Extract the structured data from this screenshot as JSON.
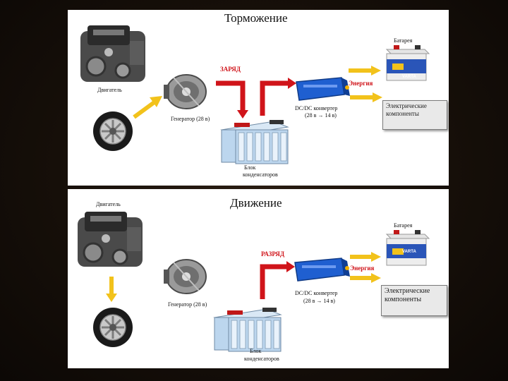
{
  "top": {
    "title": "Торможение",
    "engine_label": "Двигатель",
    "generator_label": "Генератор (28 в)",
    "charge_label": "ЗАРЯД",
    "converter_label": "DC/DC конвертер",
    "converter_sub": "(28 в → 14 в)",
    "energy_label": "Энергия",
    "battery_label": "Батарея",
    "electrical_label": "Электрические компоненты",
    "capacitors_label_1": "Блок",
    "capacitors_label_2": "конденсаторов"
  },
  "bottom": {
    "title": "Движение",
    "engine_label": "Двигатель",
    "generator_label": "Генератор (28 в)",
    "discharge_label": "РАЗРЯД",
    "converter_label": "DC/DC конвертер",
    "converter_sub": "(28 в → 14 в)",
    "energy_label": "Энергия",
    "battery_label": "Батарея",
    "electrical_label": "Электрические компоненты",
    "capacitors_label_1": "Блок",
    "capacitors_label_2": "конденсаторов"
  },
  "battery_brand": "VARTA",
  "colors": {
    "arrow_yellow": "#f2c21b",
    "arrow_red": "#d0141a",
    "converter_blue": "#1f5fd0",
    "battery_blue": "#2a55b8",
    "capacitor_blue": "#bcd6ee"
  }
}
